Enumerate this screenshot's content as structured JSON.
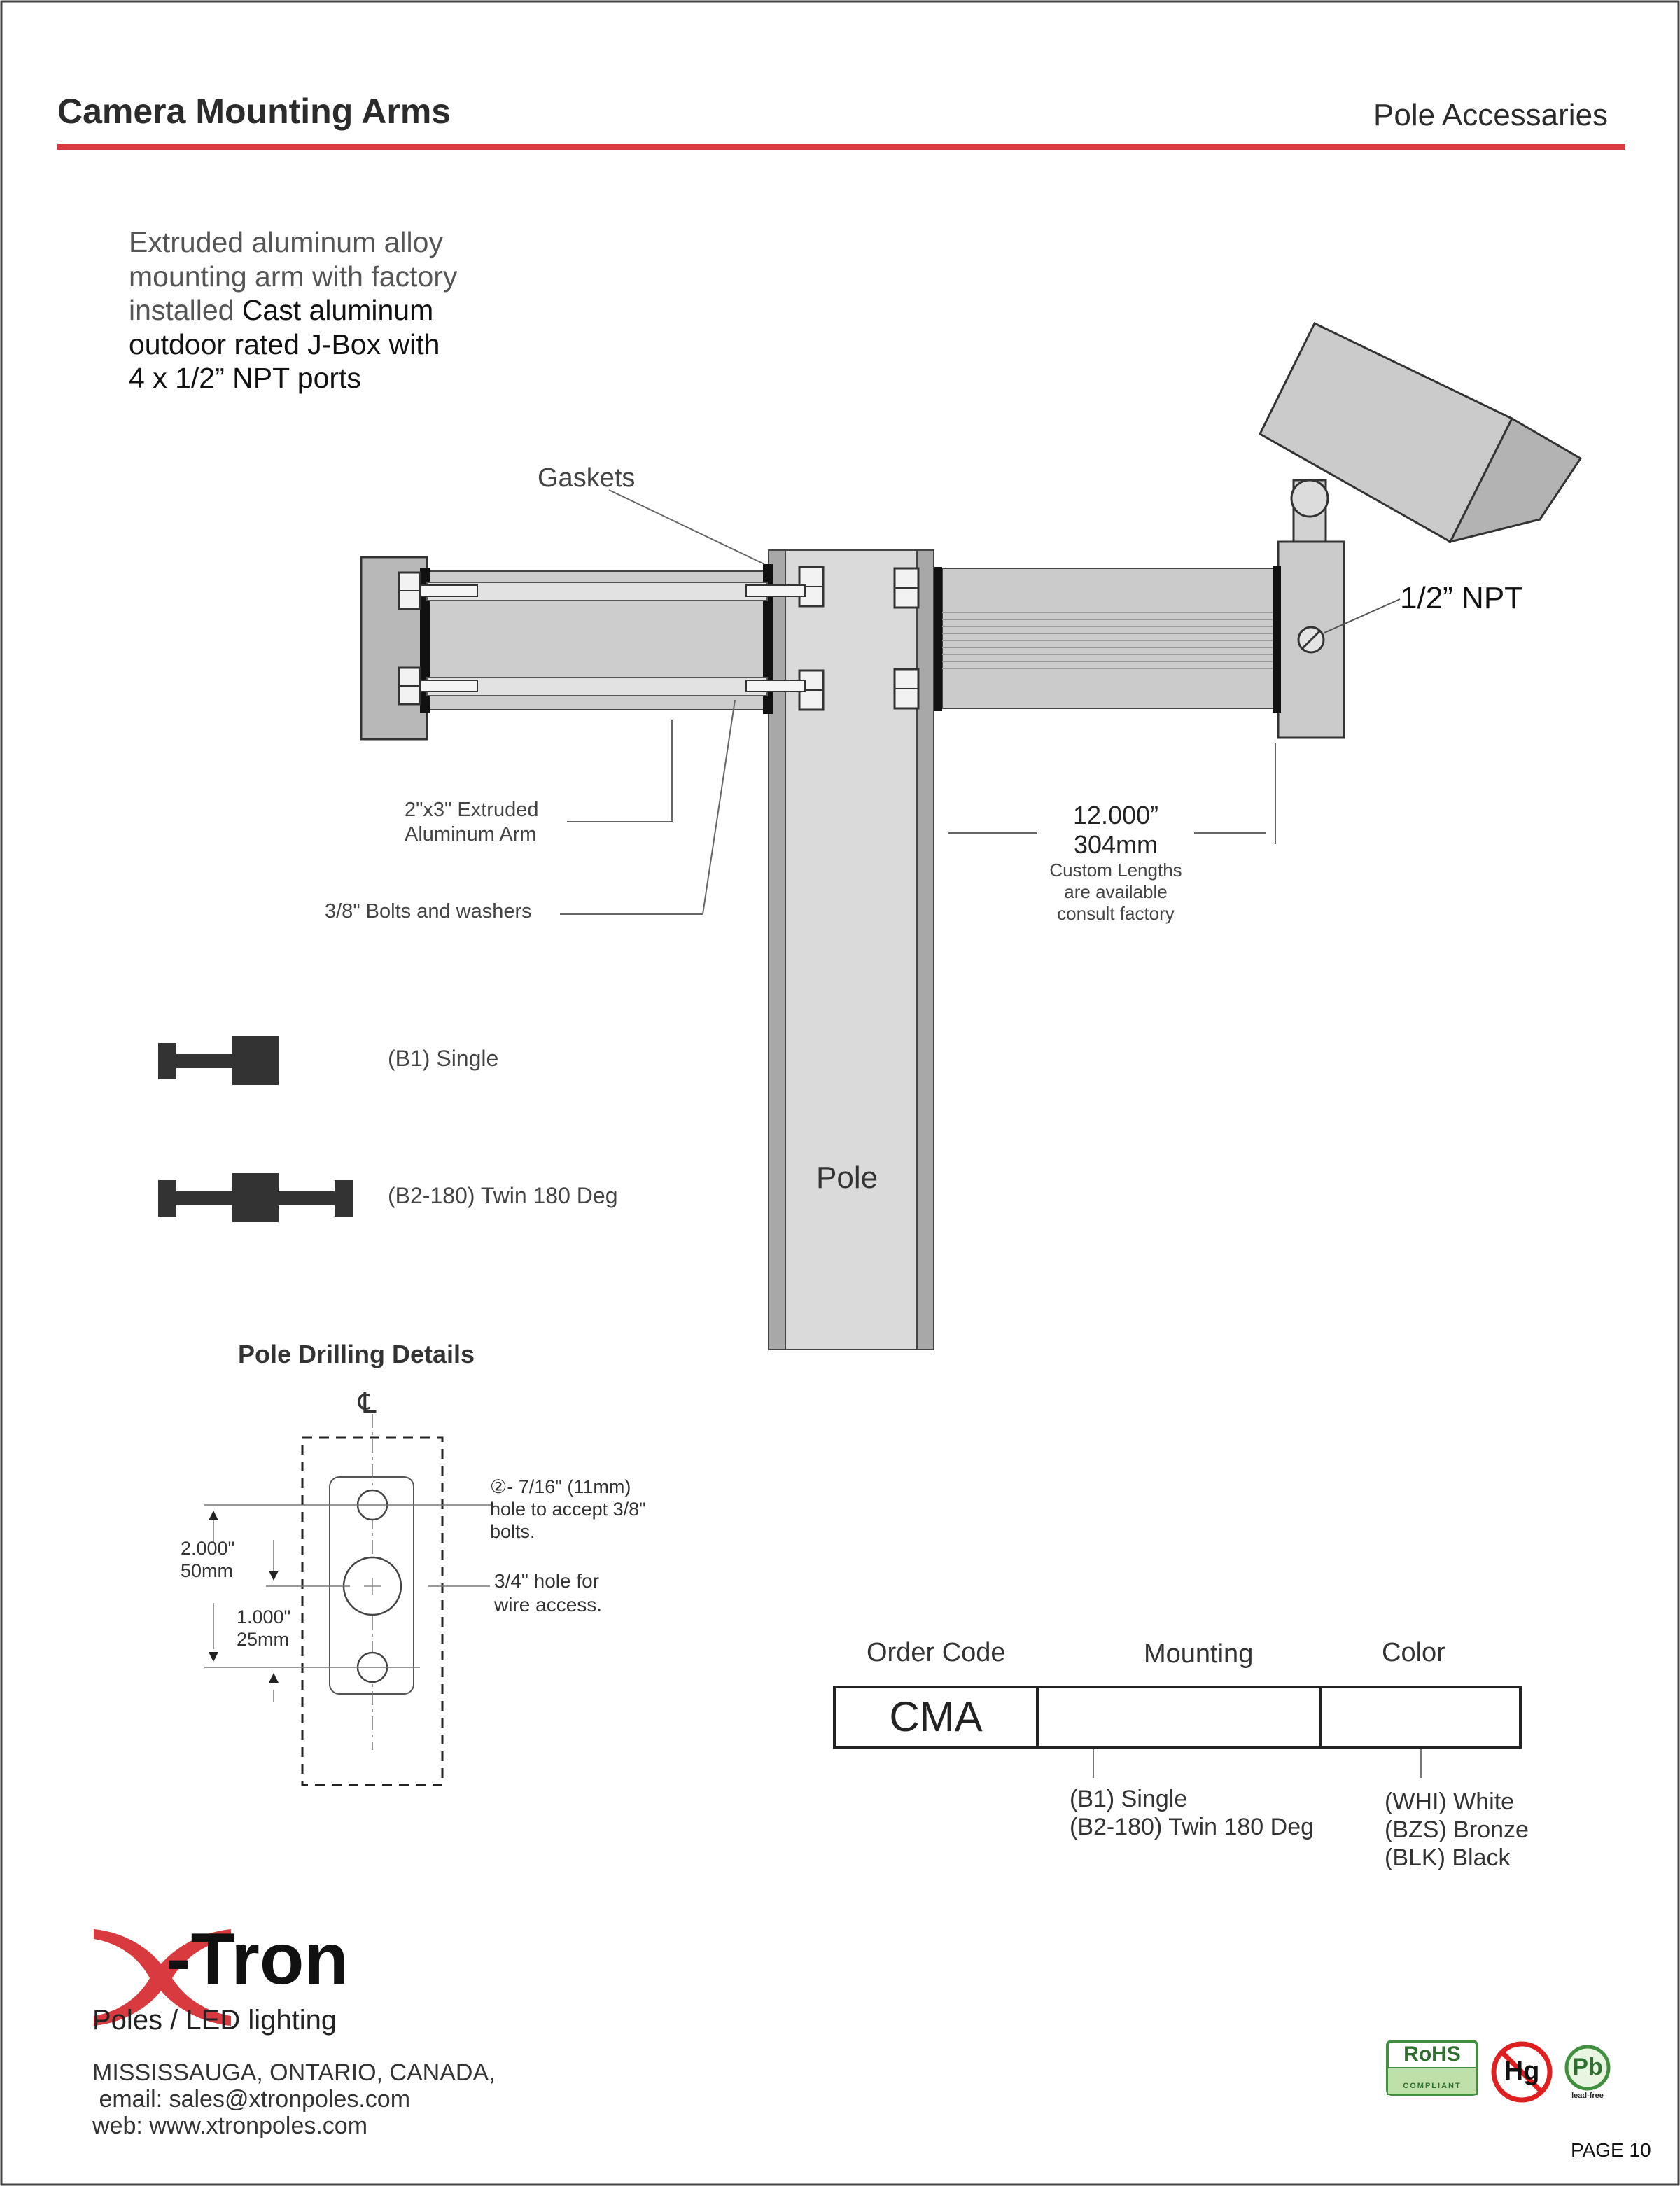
{
  "header": {
    "title": "Camera Mounting Arms",
    "section": "Pole Accessaries"
  },
  "intro": {
    "line1": "Extruded aluminum alloy",
    "line2": "mounting arm with factory",
    "line3_a": "installed ",
    "line3_b": "Cast aluminum",
    "line4": "outdoor rated J-Box with",
    "line5": "4 x 1/2” NPT ports"
  },
  "diagram": {
    "gaskets": "Gaskets",
    "npt": "1/2” NPT",
    "arm_label": "2\"x3\" Extruded\nAluminum Arm",
    "bolts_label": "3/8\" Bolts and washers",
    "length_in": "12.000”",
    "length_mm": "304mm",
    "custom_note": "Custom Lengths\nare available\nconsult factory",
    "pole": "Pole"
  },
  "mount_types": {
    "b1": "(B1) Single",
    "b2": "(B2-180) Twin 180 Deg"
  },
  "drilling": {
    "title": "Pole Drilling Details",
    "centerline": "℄",
    "hole_note": "②- 7/16\" (11mm)\nhole to accept 3/8\"\nbolts.",
    "wire_note": "3/4\" hole for\nwire access.",
    "dim_outer": "2.000\"\n50mm",
    "dim_inner": "1.000\"\n25mm"
  },
  "order": {
    "col_code": "Order Code",
    "col_mount": "Mounting",
    "col_color": "Color",
    "code": "CMA",
    "mount_opts": "(B1) Single\n(B2-180) Twin 180 Deg",
    "color_opts": "(WHI) White\n(BZS) Bronze\n(BLK) Black"
  },
  "company": {
    "logo_x": "X",
    "logo_rest": "-Tron",
    "tagline": "Poles / LED lighting",
    "address": "MISSISSAUGA, ONTARIO, CANADA,",
    "email": " email: sales@xtronpoles.com",
    "web": "web: www.xtronpoles.com"
  },
  "badges": {
    "rohs": "RoHS",
    "rohs_sub": "COMPLIANT",
    "hg": "Hg",
    "pb": "Pb",
    "pb_sub": "lead-free"
  },
  "footer": {
    "page": "PAGE 10"
  },
  "colors": {
    "accent_red": "#d93a3f",
    "metal": "#c9c9c9",
    "dark": "#2b2b2b",
    "green": "#3f8f3f"
  }
}
